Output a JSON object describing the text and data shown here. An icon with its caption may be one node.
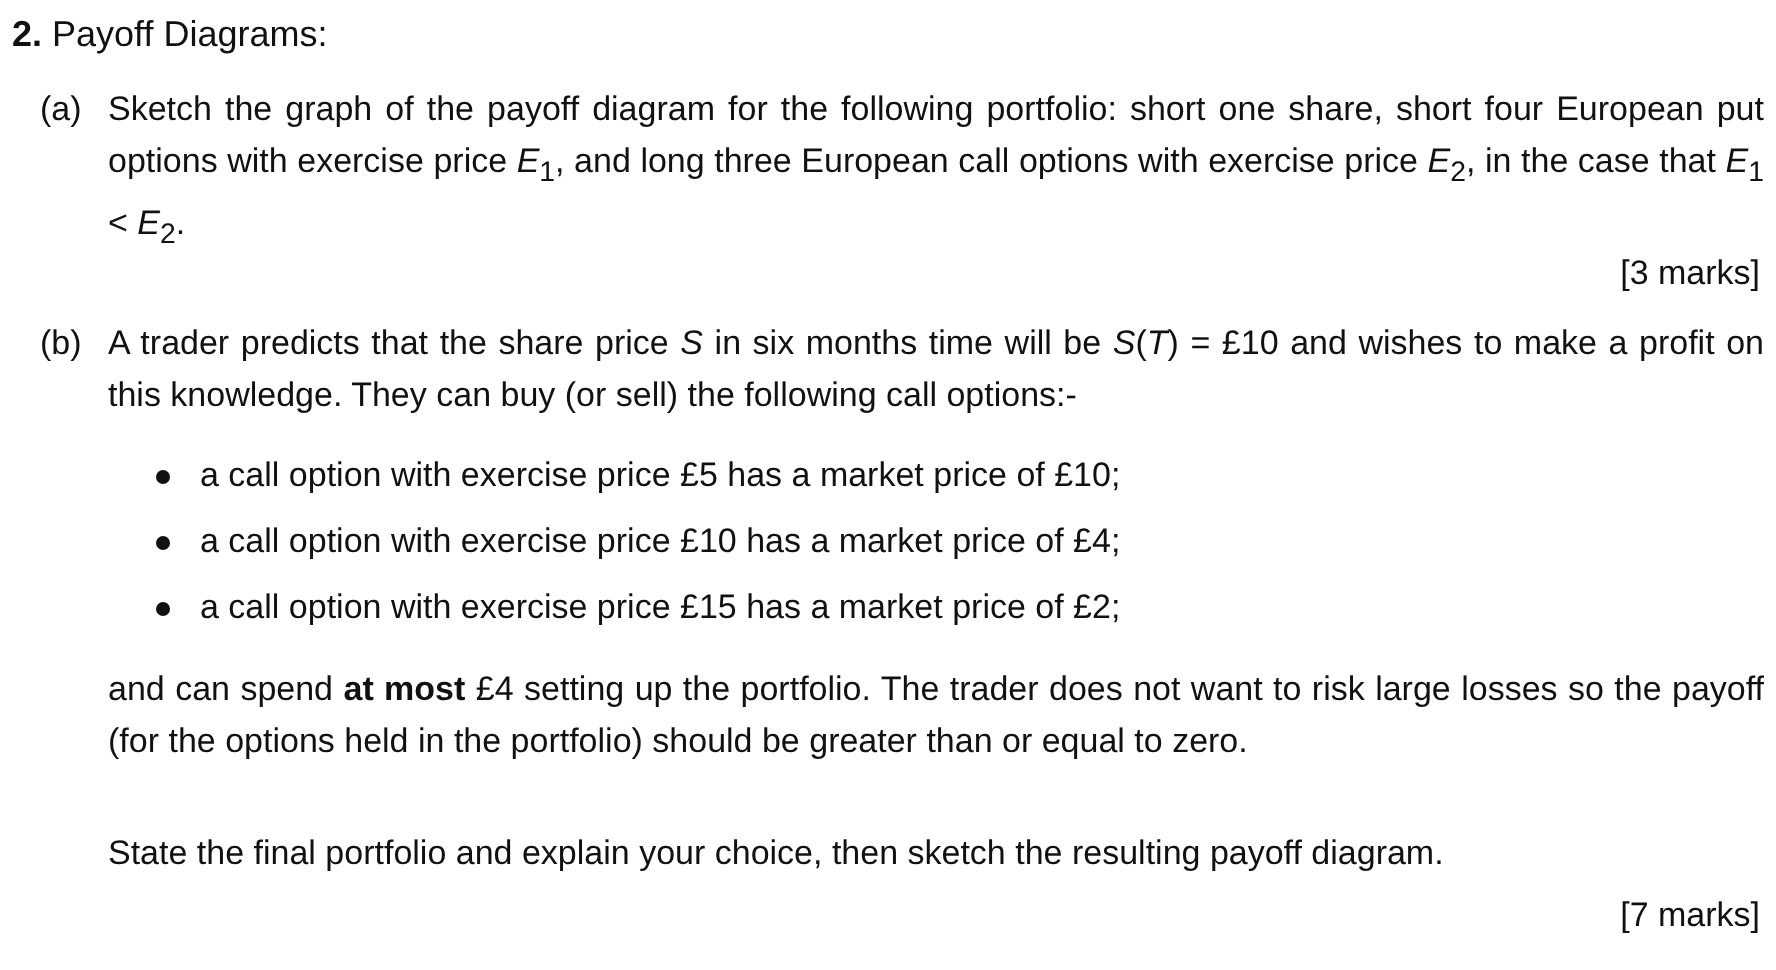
{
  "diagram": {
    "title": "**2.** Payoff Diagrams:",
    "labels": [
      "(a)",
      "Sketch the graph of the payoff diagram for the following portfolio: short one share, short four European put options with exercise price *E*$_{1}$, and long three European call options with exercise price *E*$_{2}$, in the case that *E*$_{1}$ < *E*$_{2}$.",
      "[3 marks]",
      "(b)",
      "A trader predicts that the share price *S* in six months time will be *S*(*T*) = £10 and wishes to make a profit on this knowledge. They can buy (or sell) the following call options:-",
      "a call option with exercise price £5 has a market price of £10;",
      "a call option with exercise price £10 has a market price of £4;",
      "a call option with exercise price £15 has a market price of £2;",
      "and can spend **at most** £4 setting up the portfolio. The trader does not want to risk large losses so the payoff (for the options held in the portfolio) should be greater than or equal to zero.",
      "State the final portfolio and explain your choice, then sketch the resulting payoff diagram.",
      "[7 marks]"
    ]
  }
}
